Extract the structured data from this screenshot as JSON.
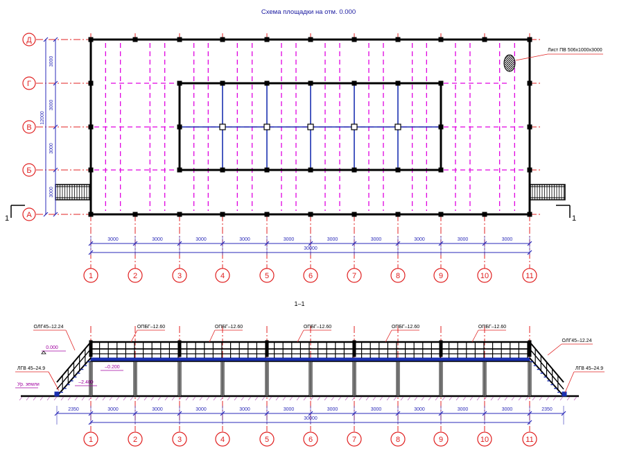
{
  "plan": {
    "title": "Схема площадки на отм. 0.000",
    "sheet_note": "Лист ПВ 506х1000х3000",
    "row_axes": [
      "Д",
      "Г",
      "В",
      "Б",
      "А"
    ],
    "col_axes": [
      "1",
      "2",
      "3",
      "4",
      "5",
      "6",
      "7",
      "8",
      "9",
      "10",
      "11"
    ],
    "row_dims": [
      "3000",
      "3000",
      "3000",
      "3000"
    ],
    "row_total": "12000",
    "col_dims": [
      "3000",
      "3000",
      "3000",
      "3000",
      "3000",
      "3000",
      "3000",
      "3000",
      "3000",
      "3000"
    ],
    "col_total": "30000",
    "section_mark": "1"
  },
  "section": {
    "title": "1–1",
    "stair_left": "ОЛГ45–12.24",
    "stair_right": "ОЛГ45–12.24",
    "ladder_left": "ЛГВ 45–24.9",
    "ladder_right": "ЛГВ 45–24.9",
    "railings": [
      "ОПБГ–12.60",
      "ОПБГ–12.60",
      "ОПБГ–12.60",
      "ОПБГ–12.60",
      "ОПБГ–12.60"
    ],
    "level_top": "0.000",
    "level_mid": "–0.200",
    "level_low": "–2.400",
    "ground": "Ур. земли",
    "side_dim": "2350",
    "col_dims": [
      "3000",
      "3000",
      "3000",
      "3000",
      "3000",
      "3000",
      "3000",
      "3000",
      "3000",
      "3000"
    ],
    "col_total": "30000",
    "col_axes": [
      "1",
      "2",
      "3",
      "4",
      "5",
      "6",
      "7",
      "8",
      "9",
      "10",
      "11"
    ]
  },
  "colors": {
    "axis": "#e02020",
    "structure": "#000000",
    "beam": "#1a2fb0",
    "magenta": "#e000e0",
    "dim": "#2a2ab8",
    "label": "#1a1aa0"
  }
}
